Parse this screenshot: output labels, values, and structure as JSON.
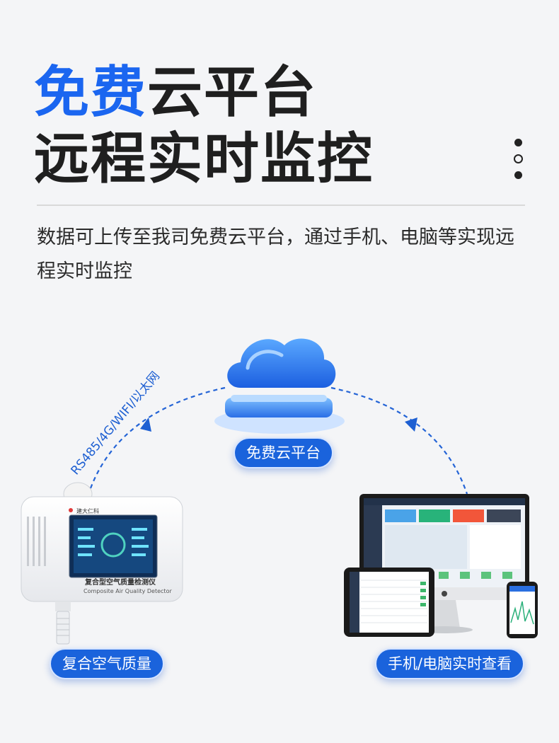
{
  "headline": {
    "line1_blue": "免费",
    "line1_dark": "云平台",
    "line2": "远程实时监控"
  },
  "description": "数据可上传至我司免费云平台，通过手机、电脑等实现远程实时监控",
  "diagram": {
    "link_label": "RS485/4G/WIFI/以太网",
    "cloud_label": "免费云平台",
    "device_label": "复合空气质量",
    "device_title_cn": "复合型空气质量检测仪",
    "device_title_en": "Composite Air Quality Detector",
    "device_logo_text": "建大仁科",
    "screens_label": "手机/电脑实时查看"
  },
  "colors": {
    "accent": "#1b66f0",
    "pill": "#1a63dc"
  }
}
